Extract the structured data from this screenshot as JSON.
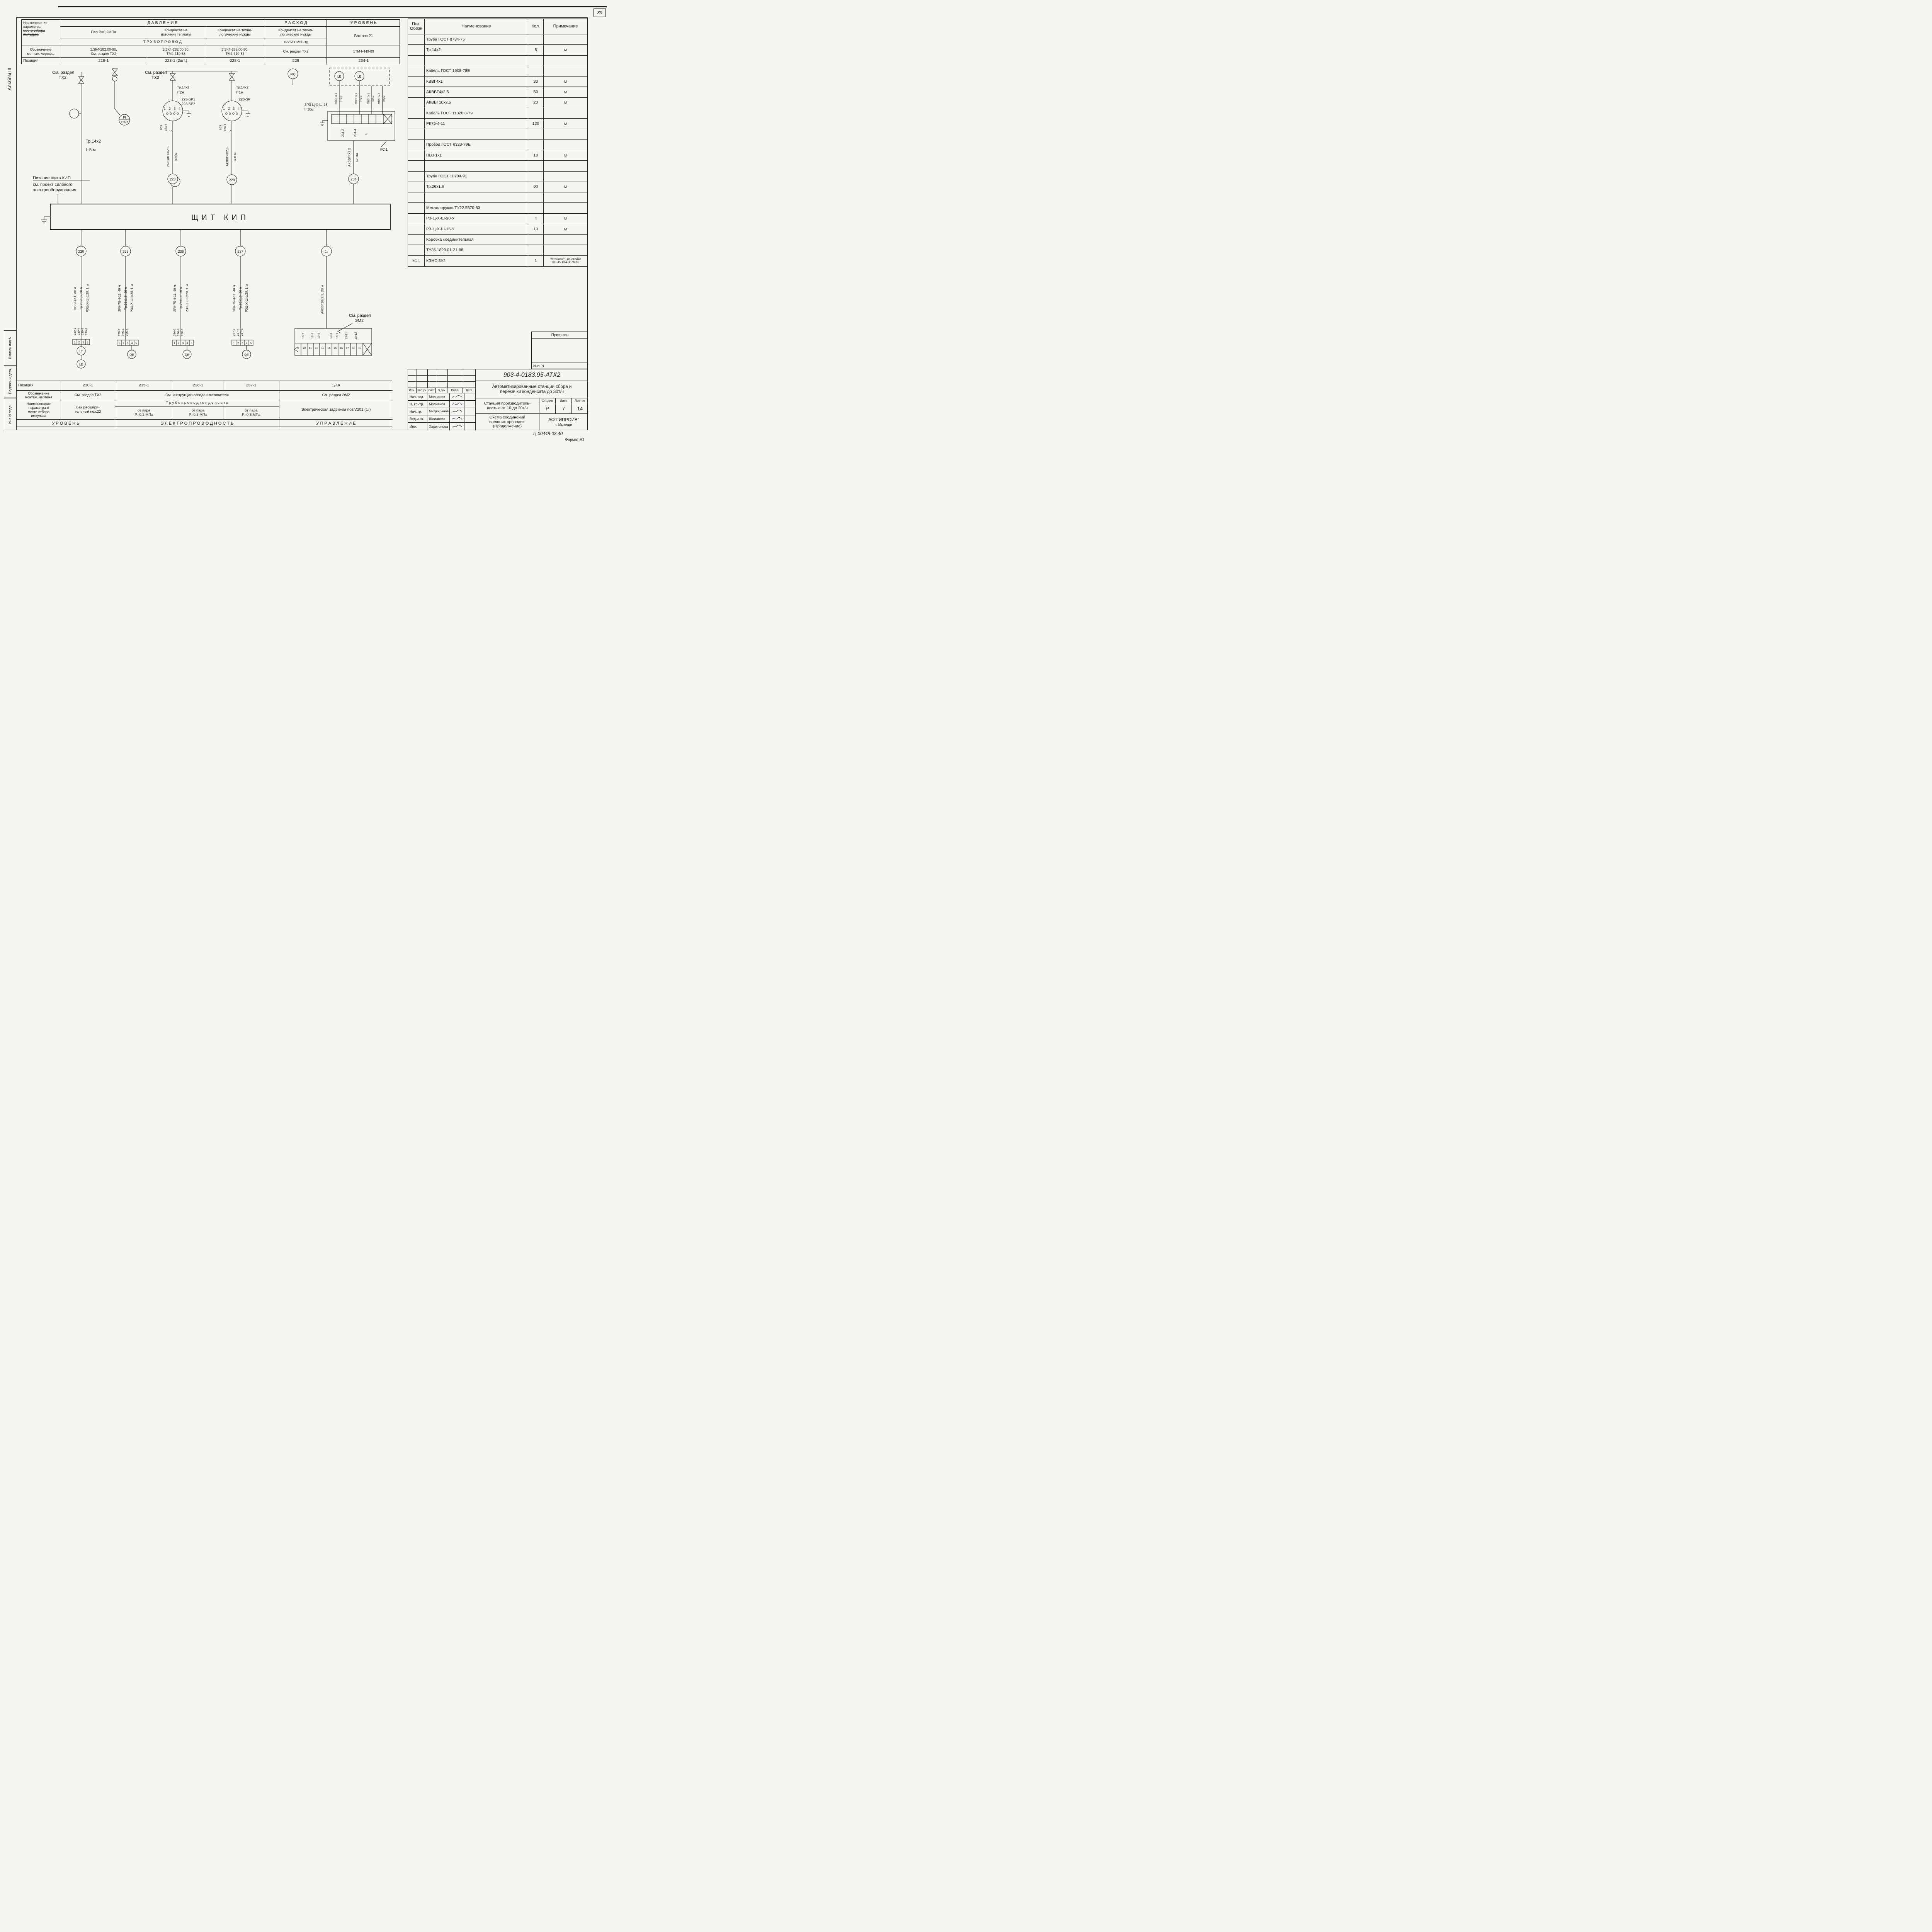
{
  "sheet": {
    "page_number": "39",
    "format": "Формат А2",
    "code_bottom": "Ц.00448-03    40",
    "album": "Альбом III",
    "stamp_vzamen": "Взамен инв.N",
    "stamp_podpis": "Подпись и дата",
    "stamp_inv": "Инв.N подл."
  },
  "tt": {
    "hn": [
      "Наименование",
      "параметра",
      "место отбора",
      "импульса"
    ],
    "hm": "Обозначение\nмонтаж. чертежа",
    "hp": "Позиция",
    "bp": "Д А В Л Е Н И Е",
    "bf": "Р А С Х О Д",
    "bl": "У Р О В Е Н Ь",
    "pipe": "Т Р У Б О П Р О В О Д",
    "pipe2": "ТРУБОПРОВОД",
    "c1": "Пар   Р=0,2МПа",
    "c2": "Конденсат на\nисточник теплоты",
    "c3": "Конденсат на техно-\nлогические нужды",
    "c4": "Конденсат на техно-\nлогические нужды",
    "c5": "Бак   поз.21",
    "m1": "1.ЗК4-282.00-90,\nСм. раздел ТХ2",
    "m2": "3.ЗК4-282.00-90,\nТМ4-319-83",
    "m3": "3.ЗК4-282.00-90,\nТМ4-319-83",
    "m4": "См. раздел ТХ2",
    "m5": "1ТМ4-449-89",
    "p1": "218-1",
    "p2": "223-1 (2шт.)",
    "p3": "228-1",
    "p4": "229",
    "p5": "234-1"
  },
  "mt": {
    "h": {
      "p": "Поз.\nОбозн",
      "n": "Наименование",
      "q": "Кол.",
      "r": "Примечание"
    },
    "r": [
      {
        "p": "",
        "n": "Труба ГОСТ 8734-75",
        "q": "",
        "r": ""
      },
      {
        "p": "",
        "n": "Тр.14х2",
        "q": "8",
        "r": "м"
      },
      {
        "p": "",
        "n": "",
        "q": "",
        "r": ""
      },
      {
        "p": "",
        "n": "Кабель ГОСТ 1508-78Е",
        "q": "",
        "r": ""
      },
      {
        "p": "",
        "n": "КВВГ4х1",
        "q": "30",
        "r": "м"
      },
      {
        "p": "",
        "n": "АКВВГ4х2,5",
        "q": "50",
        "r": "м"
      },
      {
        "p": "",
        "n": "АКВВГ10х2,5",
        "q": "20",
        "r": "м"
      },
      {
        "p": "",
        "n": "Кабель ГОСТ 11326.8-79",
        "q": "",
        "r": ""
      },
      {
        "p": "",
        "n": "РК75-4-11",
        "q": "120",
        "r": "м"
      },
      {
        "p": "",
        "n": "",
        "q": "",
        "r": ""
      },
      {
        "p": "",
        "n": "Провод ГОСТ 6323-79Е",
        "q": "",
        "r": ""
      },
      {
        "p": "",
        "n": "ПВЗ 1х1",
        "q": "10",
        "r": "м"
      },
      {
        "p": "",
        "n": "",
        "q": "",
        "r": ""
      },
      {
        "p": "",
        "n": "Труба ГОСТ 10704-91",
        "q": "",
        "r": ""
      },
      {
        "p": "",
        "n": "Тр.26х1,6",
        "q": "90",
        "r": "м"
      },
      {
        "p": "",
        "n": "",
        "q": "",
        "r": ""
      },
      {
        "p": "",
        "n": "Металлорукав ТУ22.5570-83",
        "q": "",
        "r": ""
      },
      {
        "p": "",
        "n": "РЗ-Ц-Х-Ш-20-У",
        "q": "4",
        "r": "м"
      },
      {
        "p": "",
        "n": "РЗ-Ц-Х-Ш-15-У",
        "q": "10",
        "r": "м"
      },
      {
        "p": "",
        "n": "Коробка соединительная",
        "q": "",
        "r": ""
      },
      {
        "p": "",
        "n": "ТУ36.1829.01-21-88",
        "q": "",
        "r": ""
      },
      {
        "p": "КС 1",
        "n": "КЭНС 8У2",
        "q": "1",
        "r": "Установить на стойке\nСП-35 ТК4-3576-82"
      }
    ]
  },
  "sc": {
    "see": "См. раздел",
    "tx2": "ТХ2",
    "em2": "ЭМ2",
    "tr14": "Тр.14х2",
    "l5": "l=5 м",
    "l2": "l=2м",
    "l1": "l=1м",
    "sp223a": "223-SP1",
    "sp223b": "223-SP2",
    "sp228": "228-SP",
    "pi": "PI",
    "pi_tag": "218-2",
    "fiq": "FIQ",
    "le": "LE",
    "jb": "1 2 3 4",
    "w223": [
      "803",
      "223-5",
      "0"
    ],
    "w228": [
      "803",
      "228-1",
      "0"
    ],
    "cab223": "2АКВВГ4Х2,5",
    "cab223l": "l=30м",
    "cab228": "АКВВГ4Х2,5",
    "cab228l": "l=10м",
    "cab234": "АКВВГ4Х2,5",
    "cab234l": "l=10м",
    "pvz": "ПВЗ 1х1",
    "pvzl": "l=3м",
    "hose": "ЗРЗ-Ц-Х-Ш-15",
    "hosel": "l=10м",
    "kc1": "КС 1",
    "w234": [
      "234-2",
      "234-4",
      "0"
    ],
    "feed1": "Питание щита КИП",
    "feed2": "см. проект силового",
    "feed3": "электрооборудования",
    "panel": "ЩИТ  КИП",
    "c223": "223",
    "c228": "228",
    "c234": "234",
    "d230": {
      "id": "230",
      "c1": "КВВГ4Х1, 30 м",
      "c2": "Тр.26х1,6, 30 м",
      "c3": "РЗЦ-Х-Ш ф20, 1 м",
      "t": [
        "230-2",
        "230-4",
        "230-6",
        "230-8"
      ],
      "n": [
        "1",
        "2",
        "5",
        "6"
      ],
      "i1": "LT",
      "i2": "LE"
    },
    "d235": {
      "id": "235",
      "c1": "2РК-75-4-11, 40 м",
      "c2": "Тр.26х1,6, 20 м",
      "c3": "РЗЦ-Х-Ш ф20, 1 м",
      "t": [
        "235-2",
        "235-4",
        "235-6"
      ],
      "n": [
        "1",
        "2",
        "3",
        "4",
        "5"
      ],
      "i1": "QE"
    },
    "d236": {
      "id": "236",
      "c1": "2РК-75-4-11, 40 м",
      "c2": "Тр.26х1,6, 20 м",
      "c3": "РЗЦ-Х-Ш ф20, 1 м",
      "t": [
        "236-2",
        "236-4",
        "236-6"
      ],
      "n": [
        "1",
        "2",
        "3",
        "4",
        "5"
      ],
      "i1": "QE"
    },
    "d237": {
      "id": "237",
      "c1": "2РК-75-4-11, 40 м",
      "c2": "Тр.26х1,6, 20 м",
      "c3": "РЗЦ-Х-Ш ф20, 1 м",
      "t": [
        "237-2",
        "237-4",
        "237-6"
      ],
      "n": [
        "1",
        "2",
        "3",
        "4",
        "5"
      ],
      "i1": "QE"
    },
    "d12": {
      "id": "1₂",
      "c1": "АКВВГ10х2,5, 20 м"
    },
    "strip": {
      "nums": [
        "9",
        "10",
        "11",
        "12",
        "13",
        "14",
        "15",
        "16",
        "17",
        "18",
        "19"
      ],
      "tags": [
        "13-2",
        "13-4",
        "13-5",
        "13-8",
        "13-9",
        "13-11",
        "13-12"
      ]
    }
  },
  "bt": {
    "hdr_pos": "Позиция",
    "hdr_mount": "Обозначение\nмонтаж. чертежа",
    "hdr_name": "Наименование\nпараметра и\nместо отбора\nимпульса",
    "pos": [
      "230-1",
      "235-1",
      "236-1",
      "237-1",
      "1₂КК"
    ],
    "m1": "См. раздел ТХ2",
    "m234": "См. инструкцию завода изготовителя",
    "m5": "См. раздел ЭМ2",
    "name1": "Бак расшири-\nтельный поз.23",
    "band_cond": "Т р у б о п р о в о д   к о н д е н с а т а",
    "cond": [
      "от пара\nР=0,2 МПа",
      "от пара\nР=0,5 МПа",
      "от пара\nР=0,8 МПа"
    ],
    "valve": "Электрическая задвижка поз.V201 (1₂)",
    "band_level": "У Р О В Е Н Ь",
    "band_el": "Э Л Е К Т Р О П Р О В О Д Н О С Т Ь",
    "band_ctrl": "У П Р А В Л Е Н И Е"
  },
  "tb": {
    "doc": "903-4-0183.95-АТХ2",
    "proj": "Автоматизированные станции сбора и\nперекачки конденсата до 30т/ч",
    "obj": "Станция производитель-\nностью от 10 до 20т/ч",
    "sheet_title": "Схема соединений\nвнешних проводок.\n(Продолжение)",
    "org": "АО\"ГИПРОИВ\"",
    "city": "г. Мытищи",
    "stage_l": "Стадия",
    "list_l": "Лист",
    "listov_l": "Листов",
    "stage": "Р",
    "list": "7",
    "listov": "14",
    "chg": [
      "Изм.",
      "Кол.уч",
      "Лист",
      "N док",
      "Подп.",
      "Дата"
    ],
    "sig": [
      {
        "role": "Нач. отд.",
        "name": "Молчанов"
      },
      {
        "role": "Н. контр.",
        "name": "Молчанов"
      },
      {
        "role": "Нач. гр.",
        "name": "Митрофанова"
      },
      {
        "role": "Вед.инж.",
        "name": "Шалавекс"
      },
      {
        "role": "Инж.",
        "name": "Харитонова"
      }
    ],
    "priv": "Привязан",
    "inv": "Инв. N"
  }
}
